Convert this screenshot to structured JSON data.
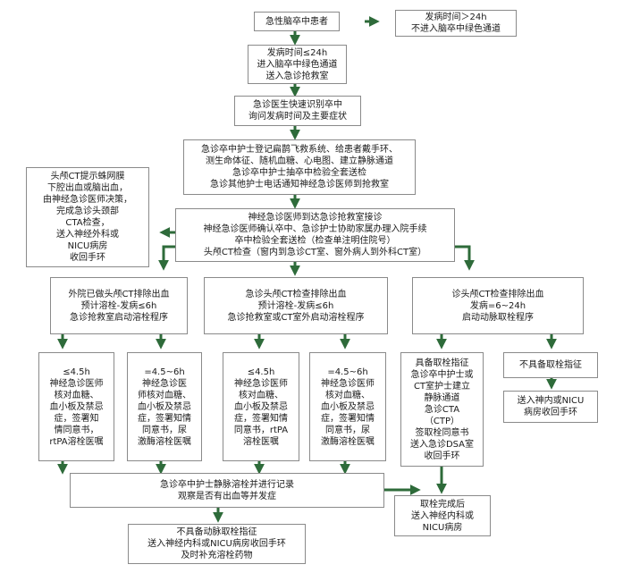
{
  "colors": {
    "arrow": "#2e6b3a",
    "border": "#8a8a8a"
  },
  "nodes": {
    "start": [
      "急性脑卒中患者"
    ],
    "over24h": [
      "发病时间＞24h",
      "不进入脑卒中绿色通道"
    ],
    "within24h": [
      "发病时间≤24h",
      "进入脑卒中绿色通道",
      "送入急诊抢救室"
    ],
    "identify": [
      "急诊医生快速识别卒中",
      "询问发病时间及主要症状"
    ],
    "nurse": [
      "急诊卒中护士登记扁鹊飞救系统、给患者戴手环、",
      "测生命体征、随机血糖、心电图、建立静脉通道",
      "急诊卒中护士抽卒中检验全套送检",
      "急诊其他护士电话通知神经急诊医师到抢救室"
    ],
    "neuro": [
      "神经急诊医师到达急诊抢救室接诊",
      "神经急诊医师确认卒中、急诊护士协助家属办理入院手续",
      "卒中检验全套送检（检查单注明住院号）",
      "头颅CT检查（窗内到急诊CT室、窗外病人到外科CT室）"
    ],
    "sah": [
      "头颅CT提示蛛网膜",
      "下腔出血或脑出血，",
      "由神经急诊医师决策，",
      "完成急诊头颈部",
      "CTA检查，",
      "送入神经外科或",
      "NICU病房",
      "收回手环"
    ],
    "branchA": [
      "外院已做头颅CT排除出血",
      "预计溶栓-发病≤6h",
      "急诊抢救室启动溶栓程序"
    ],
    "branchB": [
      "急诊头颅CT检查排除出血",
      "预计溶栓-发病≤6h",
      "急诊抢救室或CT室外启动溶栓程序"
    ],
    "branchC": [
      "诊头颅CT检查排除出血",
      "发病=6~24h",
      "启动动脉取栓程序"
    ],
    "a1": [
      "≤4.5h",
      "神经急诊医师",
      "核对血糖、",
      "血小板及禁忌",
      "症，签署知",
      "情同意书，",
      "rtPA溶栓医嘱"
    ],
    "a2": [
      "=4.5~6h",
      "神经急诊医",
      "师核对血糖、",
      "血小板及禁忌",
      "症，签署知情",
      "同意书，尿",
      "激酶溶栓医嘱"
    ],
    "b1": [
      "≤4.5h",
      "神经急诊医师",
      "核对血糖、",
      "血小板及禁忌",
      "症，签署知情",
      "同意书，rtPA",
      "溶栓医嘱"
    ],
    "b2": [
      "=4.5~6h",
      "神经急诊医师",
      "核对血糖、",
      "血小板及禁忌",
      "症，签署知情",
      "同意书，尿",
      "激酶溶栓医嘱"
    ],
    "thrombectomy": [
      "具备取栓指征",
      "急诊卒中护士或",
      "CT室护士建立",
      "静脉通道",
      "急诊CTA",
      "（CTP）",
      "签取栓同意书",
      "送入急诊DSA室",
      "收回手环"
    ],
    "noIndication": [
      "不具备取栓指征"
    ],
    "noIndicationNext": [
      "送入神内或NICU",
      "病房收回手环"
    ],
    "record": [
      "急诊卒中护士静脉溶栓并进行记录",
      "观察是否有出血等并发症"
    ],
    "afterThrombectomy": [
      "取栓完成后",
      "送入神经内科或",
      "NICU病房"
    ],
    "final": [
      "不具备动脉取栓指征",
      "送入神经内科或NICU病房收回手环",
      "及时补充溶栓药物"
    ]
  }
}
